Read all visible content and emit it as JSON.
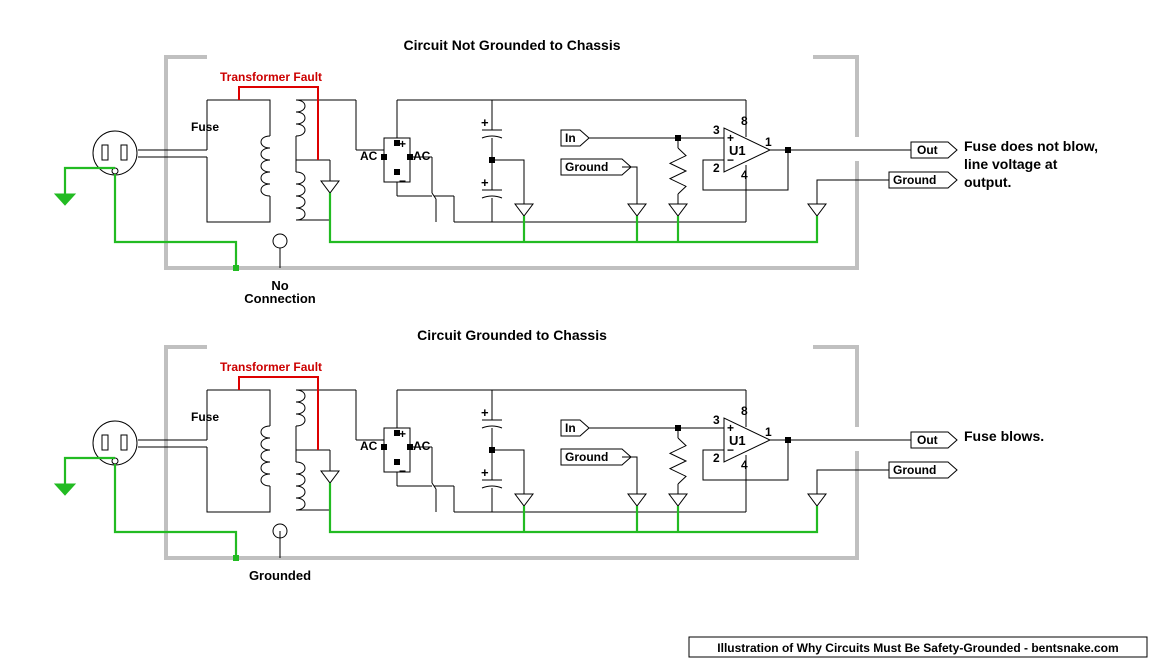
{
  "colors": {
    "chassis": "#c0c0c0",
    "ground_wire": "#22bb22",
    "fault_wire": "#dd0000",
    "fault_text": "#cc0000"
  },
  "panels": [
    {
      "title": "Circuit Not Grounded to Chassis",
      "fault_label": "Transformer Fault",
      "fuse_label": "Fuse",
      "ac_left": "AC",
      "ac_right": "AC",
      "in_label": "In",
      "ground_label": "Ground",
      "out_label": "Out",
      "out_ground_label": "Ground",
      "opamp_name": "U1",
      "pin3": "3",
      "pin2": "2",
      "pin8": "8",
      "pin4": "4",
      "pin1": "1",
      "plus_sign": "+",
      "minus_sign": "−",
      "conn_line1": "No",
      "conn_line2": "Connection",
      "note_lines": [
        "Fuse does not blow,",
        "line voltage at",
        "output."
      ]
    },
    {
      "title": "Circuit Grounded to Chassis",
      "fault_label": "Transformer Fault",
      "fuse_label": "Fuse",
      "ac_left": "AC",
      "ac_right": "AC",
      "in_label": "In",
      "ground_label": "Ground",
      "out_label": "Out",
      "out_ground_label": "Ground",
      "opamp_name": "U1",
      "pin3": "3",
      "pin2": "2",
      "pin8": "8",
      "pin4": "4",
      "pin1": "1",
      "plus_sign": "+",
      "minus_sign": "−",
      "conn_line1": "Grounded",
      "conn_line2": "",
      "note_lines": [
        "Fuse blows."
      ]
    }
  ],
  "footer": "Illustration of Why Circuits Must Be Safety-Grounded - bentsnake.com"
}
